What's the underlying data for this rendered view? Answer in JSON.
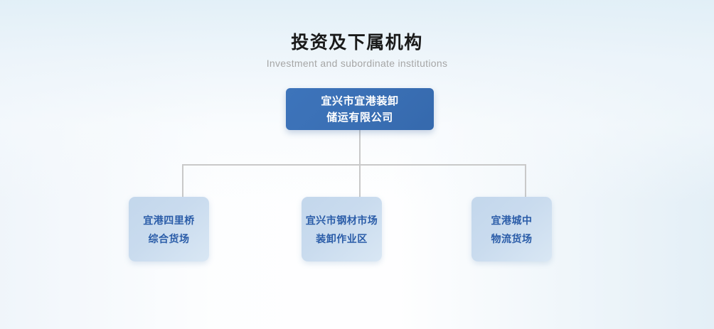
{
  "heading": {
    "title": "投资及下属机构",
    "subtitle": "Investment and subordinate institutions"
  },
  "colors": {
    "root_node_bg": "#3a6fb4",
    "root_node_text": "#ffffff",
    "child_node_bg": "#c6d8ec",
    "child_node_text": "#2a5ca8",
    "connector_line": "#c9c9c9",
    "title_text": "#1a1a1a",
    "subtitle_text": "#a6a6a6",
    "background_tint": "#e4eff7"
  },
  "org_chart": {
    "type": "org-tree",
    "root": {
      "lines": [
        "宜兴市宜港装卸",
        "储运有限公司"
      ],
      "full_name": "宜兴市宜港装卸储运有限公司"
    },
    "children": [
      {
        "lines": [
          "宜港四里桥",
          "综合货场"
        ],
        "full_name": "宜港四里桥综合货场"
      },
      {
        "lines": [
          "宜兴市钢材市场",
          "装卸作业区"
        ],
        "full_name": "宜兴市钢材市场装卸作业区"
      },
      {
        "lines": [
          "宜港城中",
          "物流货场"
        ],
        "full_name": "宜港城中物流货场"
      }
    ]
  }
}
